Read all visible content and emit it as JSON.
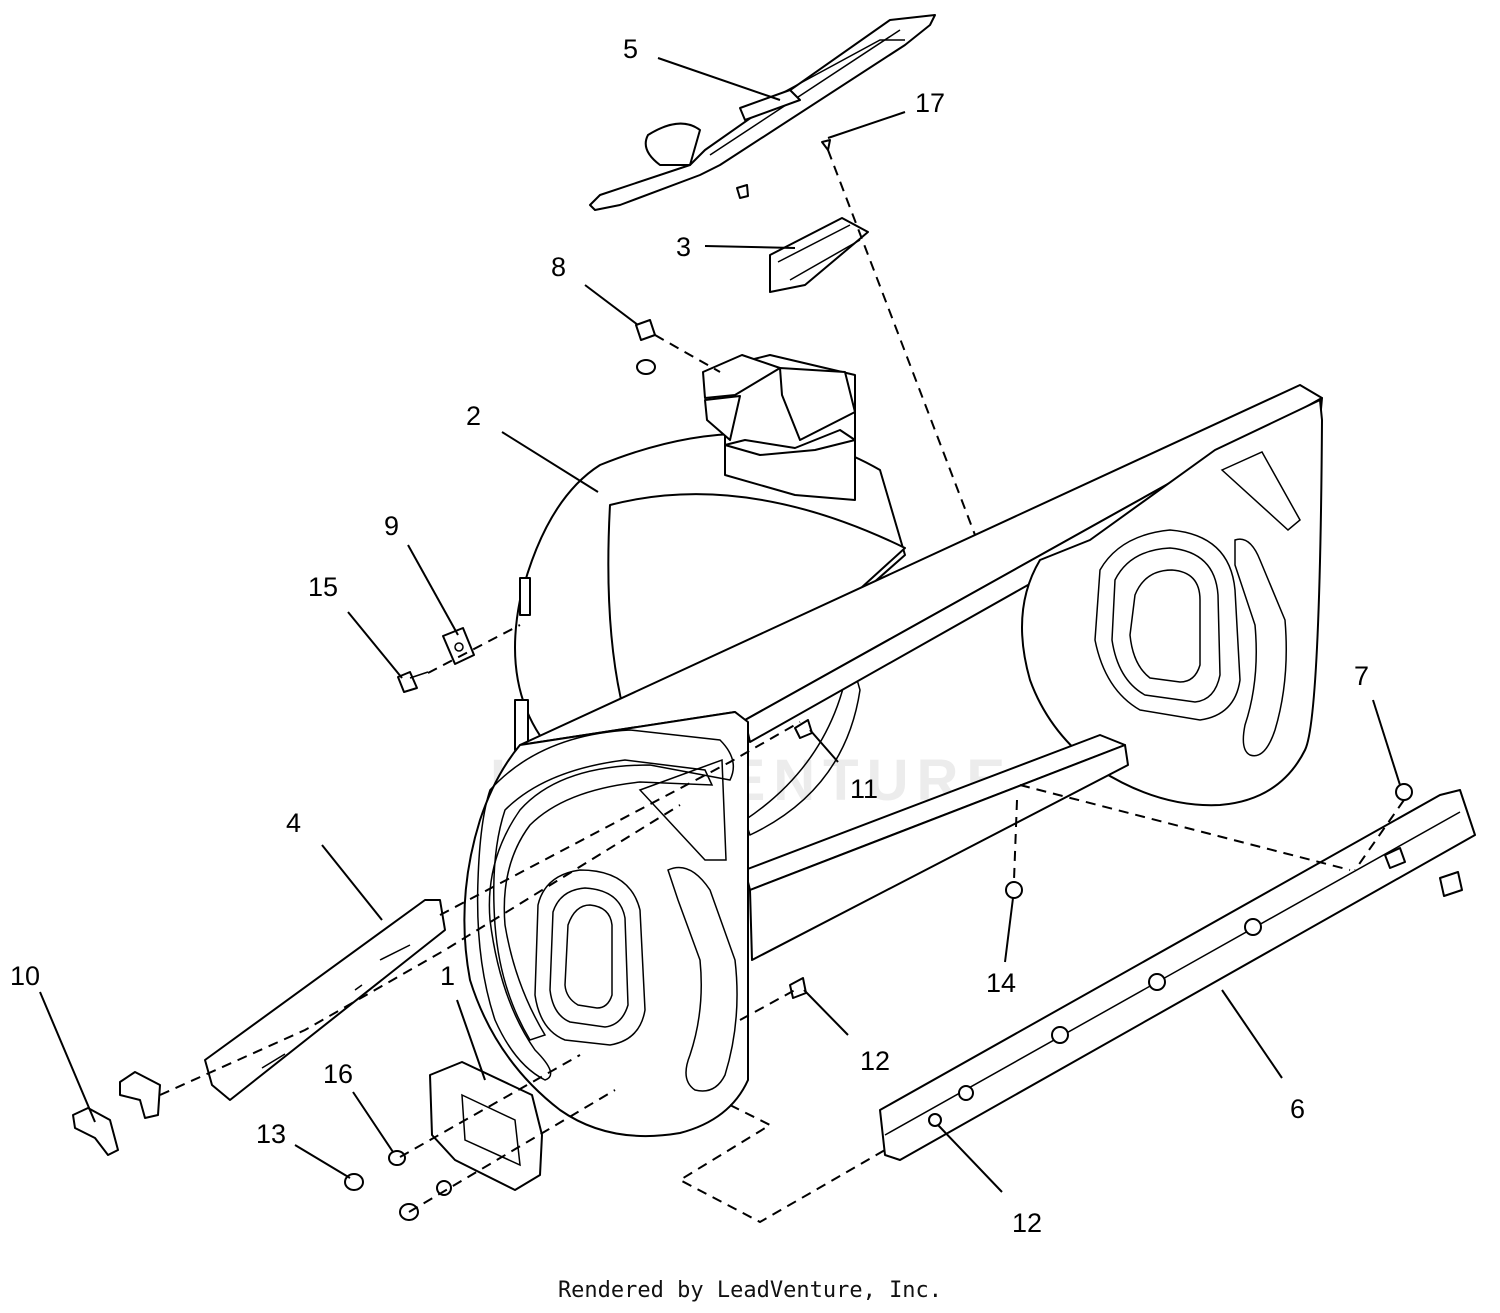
{
  "diagram": {
    "watermark": "LEADVENTURE",
    "callouts": [
      {
        "id": "c1",
        "label": "1"
      },
      {
        "id": "c2",
        "label": "2"
      },
      {
        "id": "c3",
        "label": "3"
      },
      {
        "id": "c4",
        "label": "4"
      },
      {
        "id": "c5",
        "label": "5"
      },
      {
        "id": "c6",
        "label": "6"
      },
      {
        "id": "c7",
        "label": "7"
      },
      {
        "id": "c8",
        "label": "8"
      },
      {
        "id": "c9",
        "label": "9"
      },
      {
        "id": "c10",
        "label": "10"
      },
      {
        "id": "c11",
        "label": "11"
      },
      {
        "id": "c12a",
        "label": "12"
      },
      {
        "id": "c12b",
        "label": "12"
      },
      {
        "id": "c13",
        "label": "13"
      },
      {
        "id": "c14",
        "label": "14"
      },
      {
        "id": "c15",
        "label": "15"
      },
      {
        "id": "c16",
        "label": "16"
      },
      {
        "id": "c17",
        "label": "17"
      }
    ]
  },
  "footer": {
    "credit": "Rendered by LeadVenture, Inc."
  }
}
